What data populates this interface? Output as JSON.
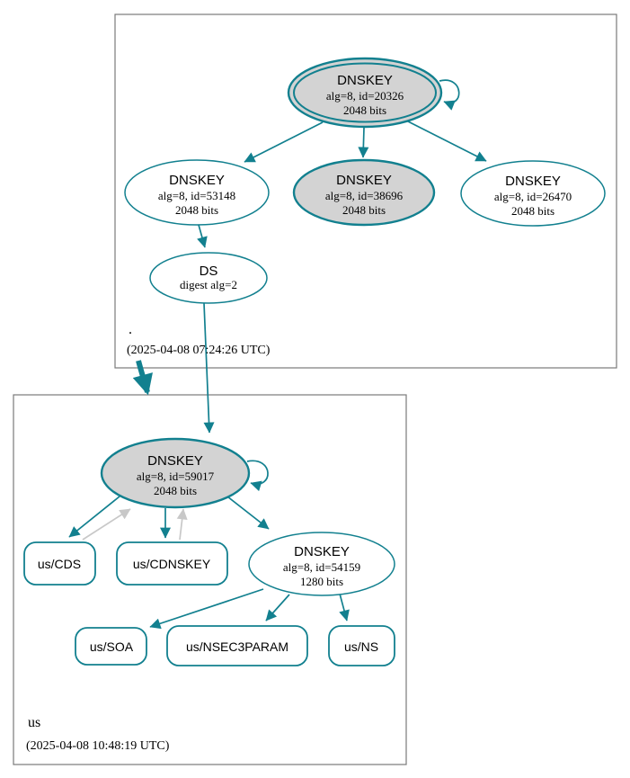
{
  "colors": {
    "edge_secure": "#12808f",
    "node_highlight_fill": "#d3d3d3",
    "edge_gray": "#c8c8c8",
    "cluster_border": "#7a7a7a"
  },
  "zones": {
    "root": {
      "label": ".",
      "timestamp": "(2025-04-08 07:24:26 UTC)",
      "nodes": {
        "ksk": {
          "title": "DNSKEY",
          "detail": "alg=8, id=20326",
          "bits": "2048 bits"
        },
        "zsk1": {
          "title": "DNSKEY",
          "detail": "alg=8, id=53148",
          "bits": "2048 bits"
        },
        "zsk2": {
          "title": "DNSKEY",
          "detail": "alg=8, id=38696",
          "bits": "2048 bits"
        },
        "zsk3": {
          "title": "DNSKEY",
          "detail": "alg=8, id=26470",
          "bits": "2048 bits"
        },
        "ds": {
          "title": "DS",
          "detail": "digest alg=2"
        }
      }
    },
    "us": {
      "label": "us",
      "timestamp": "(2025-04-08 10:48:19 UTC)",
      "nodes": {
        "ksk": {
          "title": "DNSKEY",
          "detail": "alg=8, id=59017",
          "bits": "2048 bits"
        },
        "zsk": {
          "title": "DNSKEY",
          "detail": "alg=8, id=54159",
          "bits": "1280 bits"
        },
        "cds": {
          "label": "us/CDS"
        },
        "cdnskey": {
          "label": "us/CDNSKEY"
        },
        "soa": {
          "label": "us/SOA"
        },
        "nsec3param": {
          "label": "us/NSEC3PARAM"
        },
        "ns": {
          "label": "us/NS"
        }
      }
    }
  }
}
